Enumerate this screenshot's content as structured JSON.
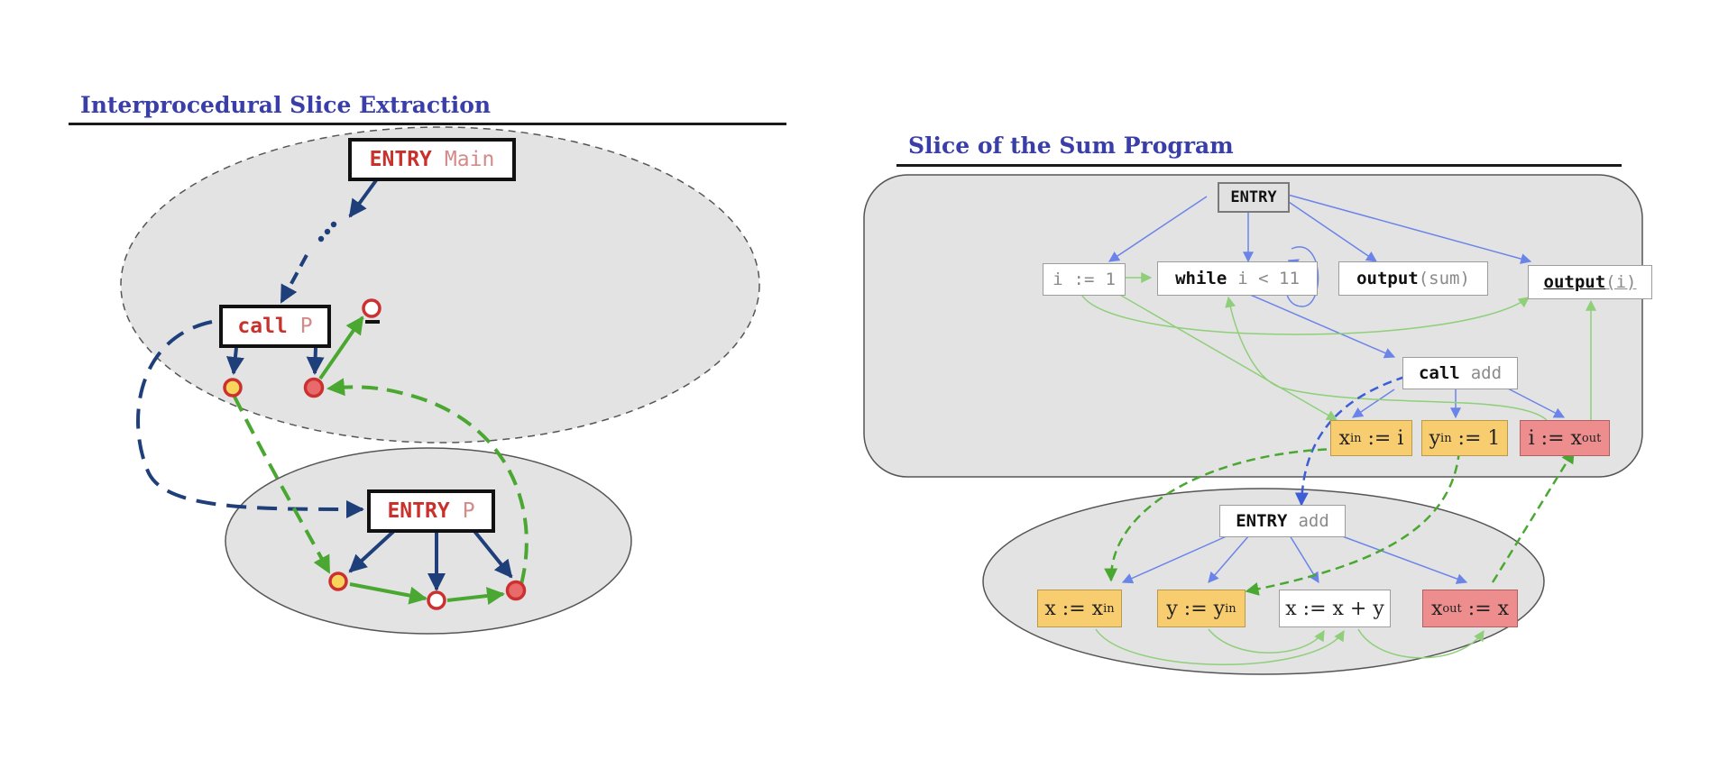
{
  "left_panel": {
    "title": "Interprocedural Slice Extraction",
    "entry_main": {
      "keyword": "ENTRY",
      "name": "Main"
    },
    "call_p": {
      "keyword": "call",
      "name": "P"
    },
    "entry_p": {
      "keyword": "ENTRY",
      "name": "P"
    },
    "ellipsis": "…"
  },
  "right_panel": {
    "title": "Slice of the Sum Program",
    "entry": "ENTRY",
    "i_assign": {
      "var": "i",
      "op": ":=",
      "val": "1"
    },
    "while": {
      "keyword": "while",
      "cond": "i < 11"
    },
    "output_sum": {
      "keyword": "output",
      "arg": "(sum)"
    },
    "output_i": {
      "keyword": "output",
      "arg": "(i)"
    },
    "call_add": {
      "keyword": "call",
      "name": "add"
    },
    "x_in": {
      "base": "x",
      "sub": "in",
      "rest": " := i"
    },
    "y_in": {
      "base": "y",
      "sub": "in",
      "rest": " := 1"
    },
    "i_out": {
      "lhs": "i := x",
      "sub": "out"
    },
    "entry_add": {
      "keyword": "ENTRY",
      "name": "add"
    },
    "x_param": {
      "lhs": "x := x",
      "sub": "in"
    },
    "y_param": {
      "lhs": "y := y",
      "sub": "in"
    },
    "sum_stmt": "x := x + y",
    "x_out": {
      "base": "x",
      "sub": "out",
      "rest": " := x"
    }
  },
  "colors": {
    "control": "#1e3f7a",
    "green": "#4aa832",
    "light_green": "#8fcf7a",
    "light_blue": "#6b84e8",
    "region": "#e3e3e3",
    "title": "#3a3ea8",
    "keyword": "#c8312c",
    "yellow": "#f7cd70",
    "pink": "#ee8d8d"
  }
}
